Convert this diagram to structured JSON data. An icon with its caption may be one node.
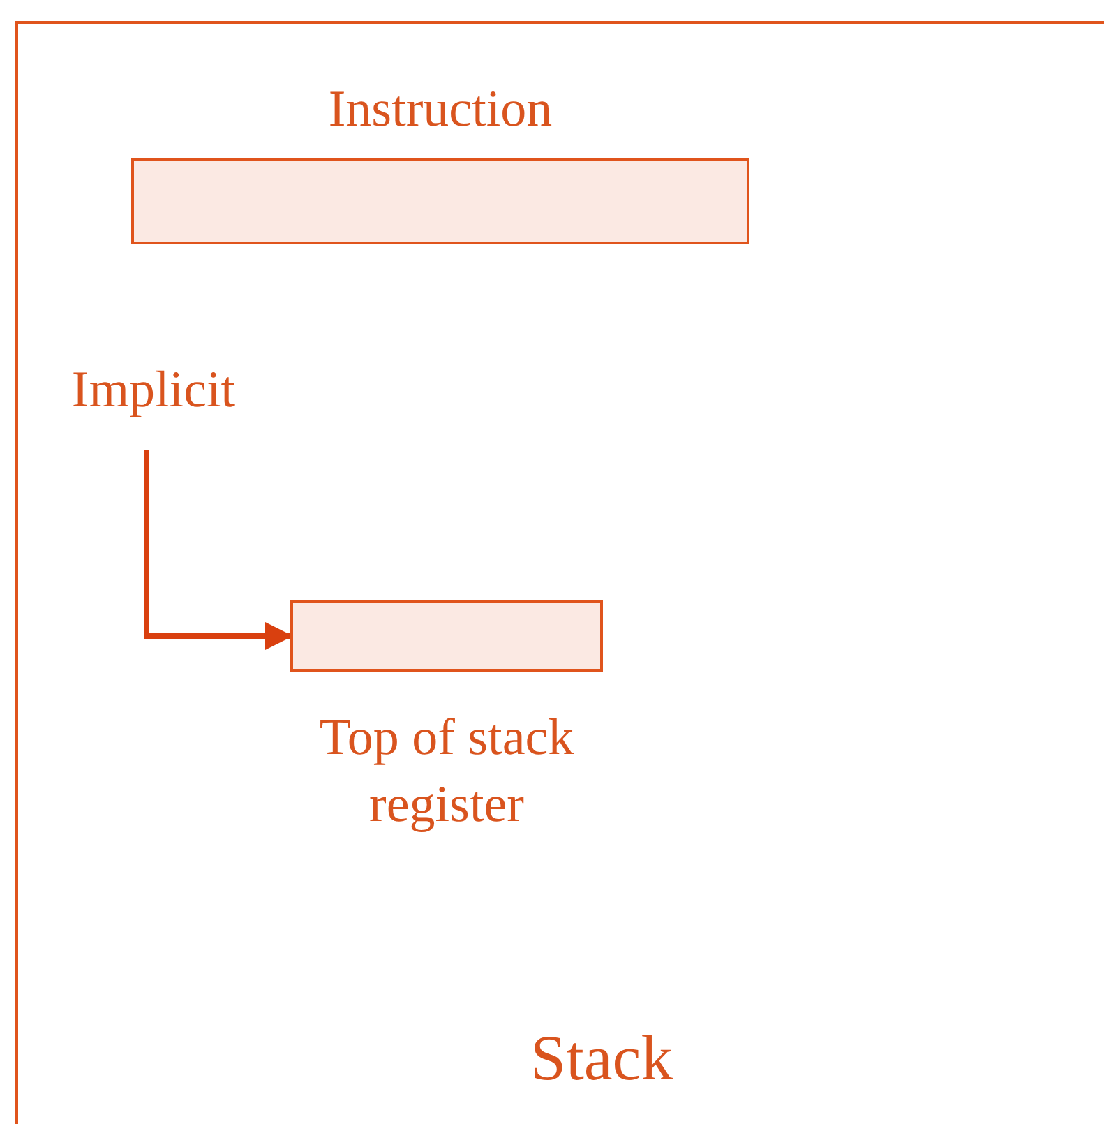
{
  "diagram": {
    "nodes": [
      {
        "text": [
          "Instruction"
        ]
      },
      {
        "text": [
          "Implicit"
        ]
      },
      {
        "text": [
          "Top of stack register"
        ]
      }
    ],
    "edges": [
      {
        "from": 1,
        "to": 2,
        "arrow": "to"
      }
    ],
    "labels": [
      "Stack"
    ]
  }
}
